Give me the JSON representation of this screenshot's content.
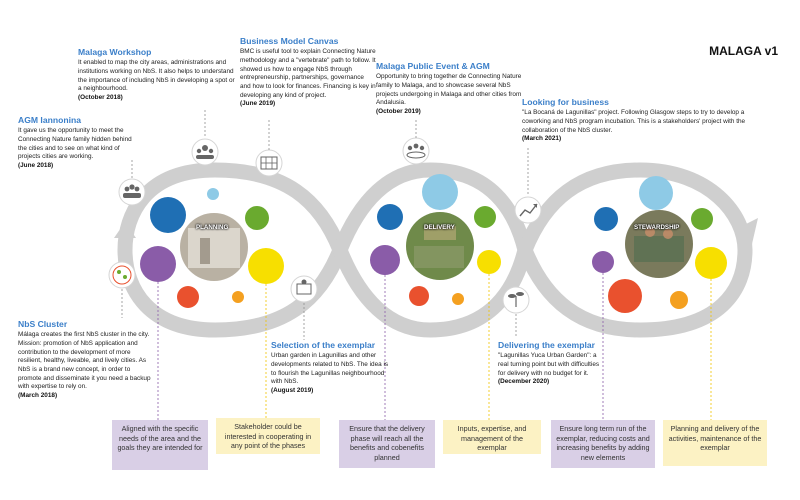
{
  "title": "MALAGA v1",
  "phases": [
    {
      "label": "PLANNING"
    },
    {
      "label": "DELIVERY"
    },
    {
      "label": "STEWARDSHIP"
    }
  ],
  "events": [
    {
      "id": "malaga-workshop",
      "title": "Malaga Workshop",
      "body": "It enabled to map the city areas, administrations and institutions working on NbS. It also helps to understand the importance of including NbS in developing a spot or a neighbourhood.",
      "date": "(October 2018)"
    },
    {
      "id": "business-model-canvas",
      "title": "Business Model Canvas",
      "body": "BMC is useful tool to explain Connecting Nature methodology and a \"vertebrate\" path to follow. It showed us how to engage NbS through entrepreneurship, partnerships, governance and how to look for finances. Financing is key in developing any kind of project.",
      "date": "(June 2019)"
    },
    {
      "id": "agm-iannonina",
      "title": "AGM Iannonina",
      "body": "It gave us the opportunity to meet the Connecting Nature family hidden behind the cities and to see on what kind of projects cities are working.",
      "date": "(June 2018)"
    },
    {
      "id": "malaga-public-event",
      "title": "Malaga Public Event & AGM",
      "body": "Opportunity to bring together de Connecting Nature family to Malaga, and to showcase several NbS projects undergoing in Malaga and other cities from Andalusia.",
      "date": "(October 2019)"
    },
    {
      "id": "looking-for-business",
      "title": "Looking for business",
      "body": "\"La Bocaná de Lagunillas\" project. Following Glasgow steps to try to develop a coworking and NbS program incubation. This is a stakeholders' project with the collaboration of the NbS cluster.",
      "date": "(March 2021)"
    },
    {
      "id": "nbs-cluster",
      "title": "NbS Cluster",
      "body": "Málaga creates the first NbS cluster in the city. Mission: promotion of NbS application and contribution to the development of more resilient, healthy, liveable, and lively cities. As NbS is a brand new concept, in order to promote and disseminate it you need a backup with expertise to rely on.",
      "date": "(March 2018)"
    },
    {
      "id": "selection-exemplar",
      "title": "Selection of the exemplar",
      "body": "Urban garden in Lagunillas and other developments related to NbS. The idea is to flourish the Lagunillas neighbourhood with NbS.",
      "date": "(August 2019)"
    },
    {
      "id": "delivering-exemplar",
      "title": "Delivering the exemplar",
      "body": "\"Lagunillas Yuca Urban Garden\": a real turning point but with difficulties for delivery with no budget for it.",
      "date": "(December 2020)"
    }
  ],
  "boxes": [
    {
      "id": "aligned",
      "text": "Aligned with the specific needs of the area and the goals they are intended for",
      "color": "purple"
    },
    {
      "id": "stakeholder",
      "text": "Stakeholder could be interested in cooperating in any point of the phases",
      "color": "yellow"
    },
    {
      "id": "ensure-delivery",
      "text": "Ensure that the delivery phase will reach all the benefits and cobenefits planned",
      "color": "purple"
    },
    {
      "id": "inputs",
      "text": "Inputs, expertise, and management of the exemplar",
      "color": "yellow"
    },
    {
      "id": "long-term",
      "text": "Ensure long term run of the exemplar, reducing costs and increasing benefits by adding new elements",
      "color": "purple"
    },
    {
      "id": "planning-delivery",
      "text": "Planning and delivery of the activities, maintenance of the exemplar",
      "color": "yellow"
    }
  ],
  "colors": {
    "loop": "#cfcfcf",
    "blue_dark": "#1f6fb4",
    "blue_light": "#8ecae6",
    "green": "#6aaa2f",
    "yellow": "#f7df00",
    "orange": "#f4a020",
    "red": "#e9512e",
    "purple": "#8a5ca8",
    "heading": "#3b7fc9"
  },
  "icons": [
    "team-icon",
    "meeting-icon",
    "canvas-icon",
    "event-icon",
    "growth-chart-icon",
    "exemplar-map-icon",
    "plant-icon",
    "cluster-logo-icon"
  ]
}
